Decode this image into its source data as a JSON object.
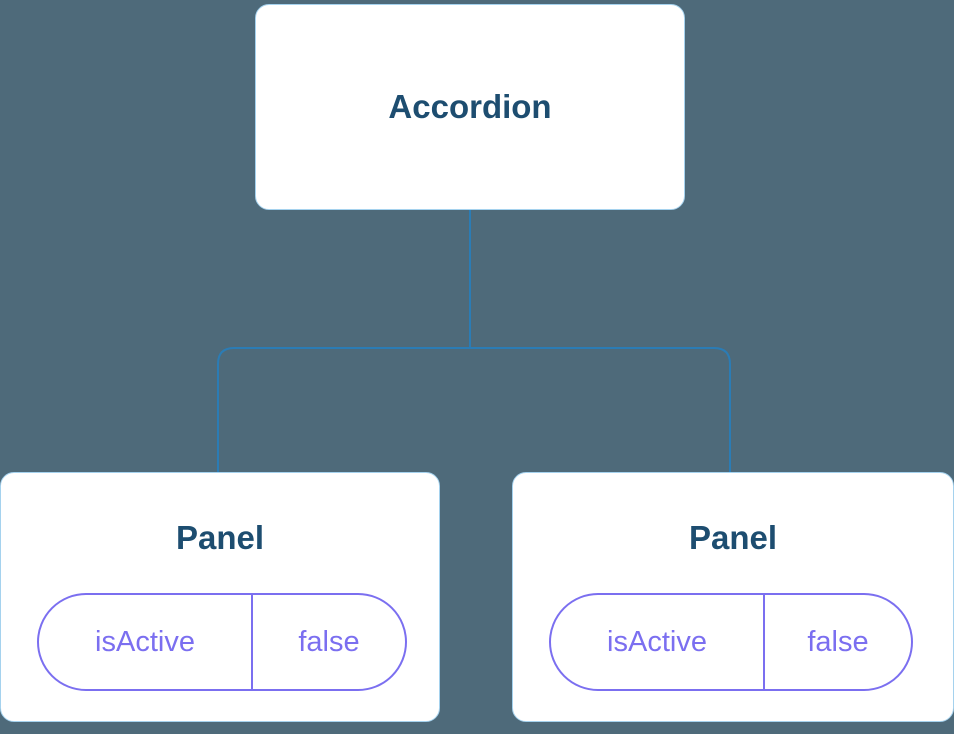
{
  "diagram": {
    "description": "Component tree diagram",
    "colors": {
      "background": "#4e6a7a",
      "node_fill": "#ffffff",
      "node_border": "#a5d2ee",
      "connector": "#2b7cb5",
      "title_text": "#1d4d70",
      "state_accent": "#7b6ff0"
    }
  },
  "tree": {
    "root": {
      "label": "Accordion"
    },
    "children": [
      {
        "label": "Panel",
        "state": {
          "key": "isActive",
          "value": "false"
        }
      },
      {
        "label": "Panel",
        "state": {
          "key": "isActive",
          "value": "false"
        }
      }
    ]
  }
}
